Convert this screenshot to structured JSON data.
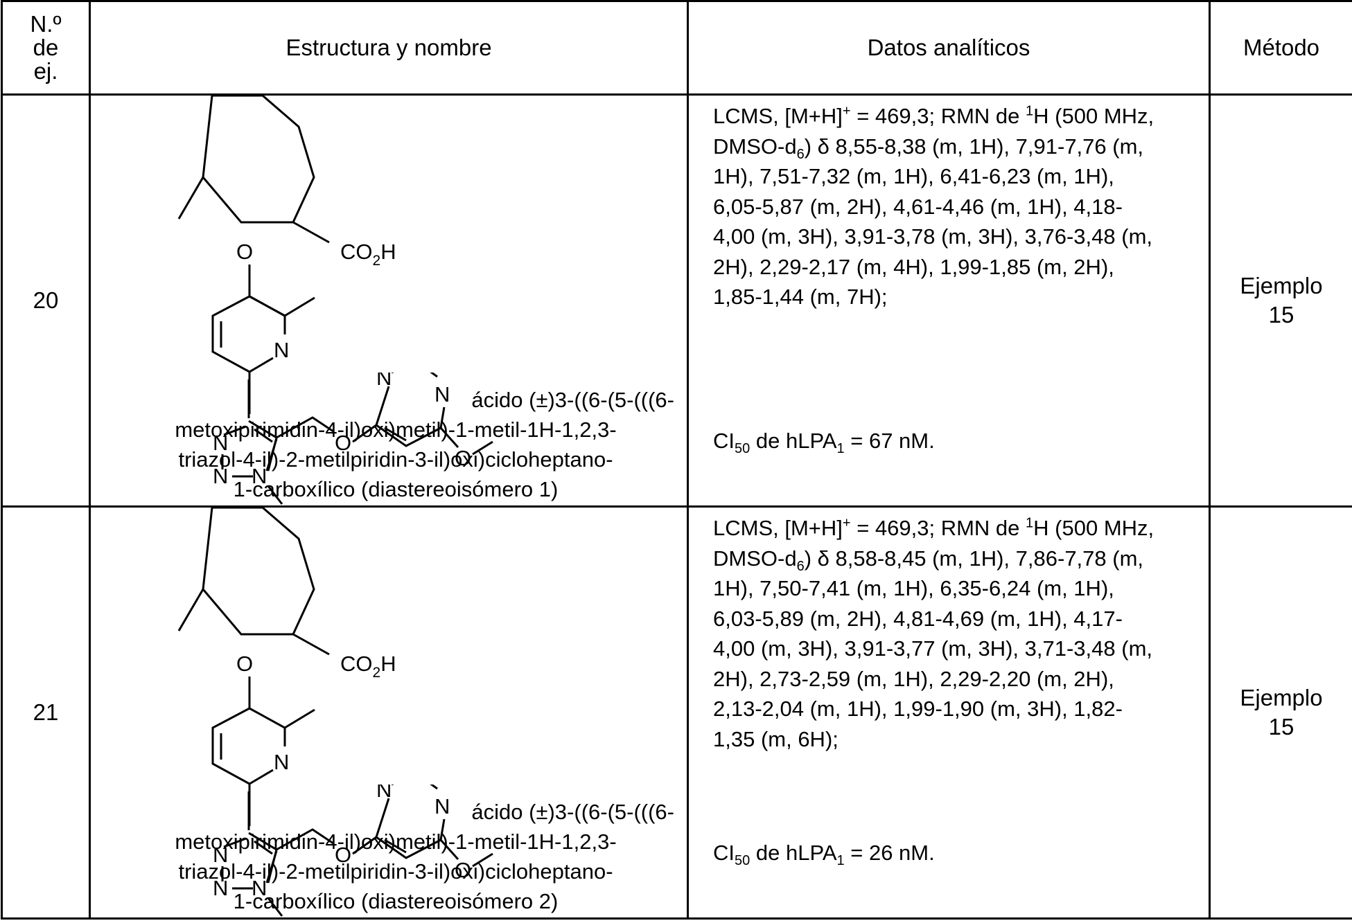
{
  "header": {
    "num_label_1": "N.º",
    "num_label_2": "de",
    "num_label_3": "ej.",
    "structure": "Estructura y nombre",
    "analytical": "Datos analíticos",
    "method": "Método"
  },
  "rows": [
    {
      "number": "20",
      "name_line1": "ácido (±)3-((6-(5-(((6-",
      "name_line2": "metoxipirimidin-4-il)oxi)metil)-1-metil-1H-1,2,3-",
      "name_line3": "triazol-4-il)-2-metilpiridin-3-il)oxi)cicloheptano-",
      "name_line4": "1-carboxílico (diastereoisómero 1)",
      "lcms": "LCMS, [M+H]",
      "lcms_sup": "+",
      "lcms_value": " = 469,3; RMN de ",
      "nmr_sup": "1",
      "nmr_h": "H",
      "nmr_cond": "(500 MHz, DMSO-d",
      "nmr_sub": "6",
      "nmr_data": ") δ 8,55-8,38 (m, 1H), 7,91-7,76 (m, 1H), 7,51-7,32 (m, 1H), 6,41-6,23 (m, 1H), 6,05-5,87 (m, 2H), 4,61-4,46 (m, 1H), 4,18-4,00 (m, 3H), 3,91-3,78 (m, 3H), 3,76-3,48 (m, 2H), 2,29-2,17 (m, 4H), 1,99-1,85 (m, 2H), 1,85-1,44 (m, 7H);",
      "ic_prefix": "CI",
      "ic_sub": "50",
      "ic_mid": " de hLPA",
      "ic_sub2": "1",
      "ic_value": " = 67 nM.",
      "method_1": "Ejemplo",
      "method_2": "15"
    },
    {
      "number": "21",
      "name_line1": "ácido (±)3-((6-(5-(((6-",
      "name_line2": "metoxipirimidin-4-il)oxi)metil)-1-metil-1H-1,2,3-",
      "name_line3": "triazol-4-il)-2-metilpiridin-3-il)oxi)cicloheptano-",
      "name_line4": "1-carboxílico (diastereoisómero 2)",
      "lcms": "LCMS, [M+H]",
      "lcms_sup": "+",
      "lcms_value": " = 469,3; RMN de ",
      "nmr_sup": "1",
      "nmr_h": "H",
      "nmr_cond": "(500 MHz, DMSO-d",
      "nmr_sub": "6",
      "nmr_data": ") δ 8,58-8,45 (m, 1H), 7,86-7,78 (m, 1H), 7,50-7,41 (m, 1H), 6,35-6,24 (m, 1H), 6,03-5,89 (m, 2H), 4,81-4,69 (m, 1H), 4,17-4,00 (m, 3H), 3,91-3,77 (m, 3H), 3,71-3,48 (m, 2H), 2,73-2,59 (m, 1H), 2,29-2,20 (m, 2H), 2,13-2,04 (m, 1H), 1,99-1,90 (m, 3H), 1,82-1,35 (m, 6H);",
      "ic_prefix": "CI",
      "ic_sub": "50",
      "ic_mid": " de hLPA",
      "ic_sub2": "1",
      "ic_value": " = 26 nM.",
      "method_1": "Ejemplo",
      "method_2": "15"
    }
  ],
  "structure_atoms": {
    "o": "O",
    "n": "N",
    "co2h_a": "CO",
    "co2h_sub": "2",
    "co2h_b": "H"
  }
}
